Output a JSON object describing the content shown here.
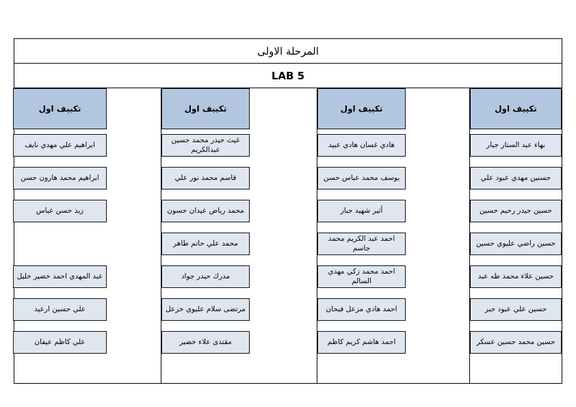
{
  "document": {
    "stage_title": "المرحلة الاولى",
    "lab_title": "LAB 5",
    "colors": {
      "header_fill": "#b3c6e0",
      "cell_fill": "#dfe6f0",
      "border": "#0d1014",
      "page_background": "#ffffff"
    }
  },
  "columns": [
    {
      "id": "column-1",
      "header": "تكييف اول",
      "students": [
        "بهاء عبد الستار جبار",
        "حسنين مهدي عبود علي",
        "حسين حيدر رحيم حسين",
        "حسين راضي عليوي حسين",
        "حسين علاء محمد طه عبد",
        "حسين علي عبود جبر",
        "حسين محمد حسين عسكر"
      ]
    },
    {
      "id": "column-2",
      "header": "تكييف اول",
      "students": [
        "هادي غسان هادي عبيد",
        "يوسف محمد عباس حسن",
        "أثير شهيد جبار",
        "احمد عبد الكريم محمد جاسم",
        "احمد محمد زكي مهدي السالم",
        "احمد هادي مزعل فيحان",
        "احمد هاشم كريم كاظم"
      ]
    },
    {
      "id": "column-3",
      "header": "تكييف اول",
      "students": [
        "غيث حيدر محمد حسين عبدالكريم",
        "قاسم محمد نور علي",
        "محمد رياض عيدان حسون",
        "محمد علي حاتم طاهر",
        "مدرك حيدر جواد",
        "مرتضى سلام عليوي خزعل",
        "مقتدى علاء خضير"
      ]
    },
    {
      "id": "column-4",
      "header": "تكييف اول",
      "students": [
        "ابراهيم علي مهدي نايف",
        "ابراهيم محمد هارون حسن",
        "زيد حسن عباس",
        "",
        "عبد المهدي احمد خضير خليل",
        "علي حسين ارعيد",
        "علي كاظم عيفان"
      ]
    }
  ]
}
